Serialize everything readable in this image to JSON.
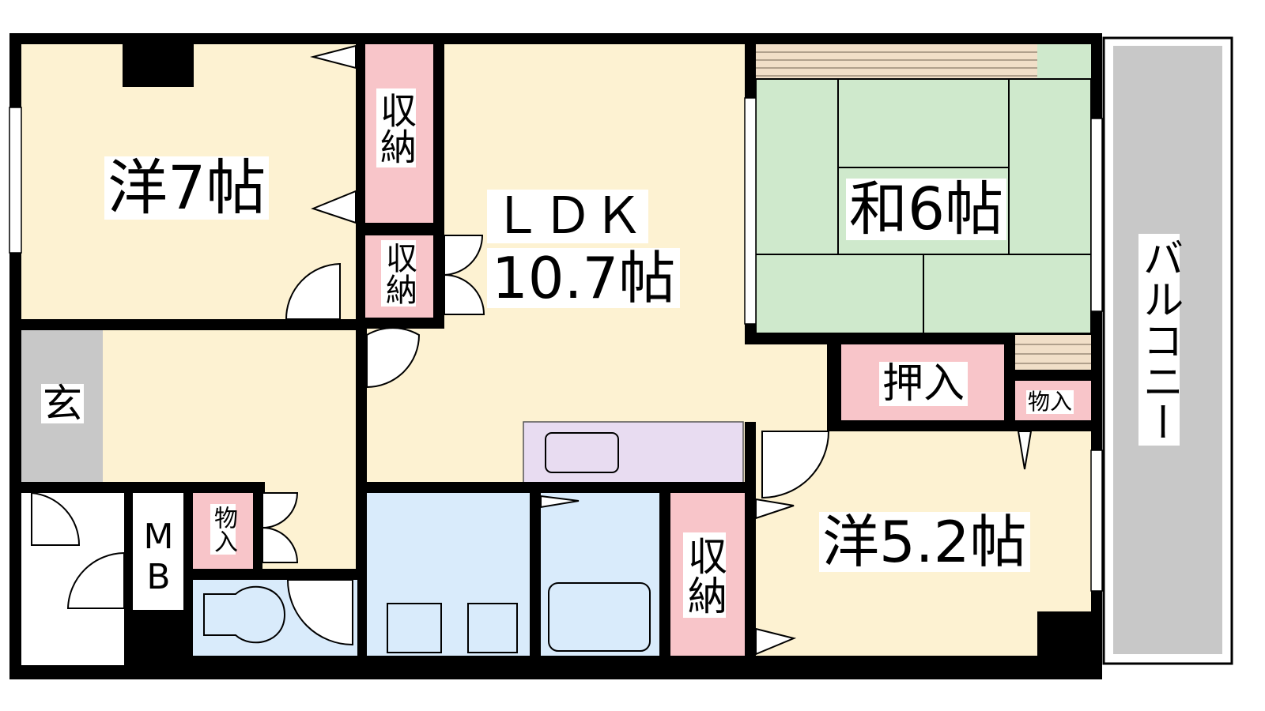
{
  "colors": {
    "western_room": "#fdf2d2",
    "washitsu": "#cfe9cc",
    "storage": "#f8c5c9",
    "entrance": "#c8c8c8",
    "wet_area": "#d9ebfb",
    "kitchen": "#e8dcf1",
    "wall": "#000000",
    "balcony": "#c8c8c8"
  },
  "rooms": {
    "western7": "洋7帖",
    "ldk_name": "ＬＤＫ",
    "ldk_size": "10.7帖",
    "washitsu6": "和6帖",
    "western52": "洋5.2帖",
    "entrance": "玄",
    "balcony": "バルコニー",
    "mb": "MB"
  },
  "storage": {
    "shuno_top": "収納",
    "shuno_mid": "収納",
    "shuno_bottom": "収納",
    "oshiire": "押入",
    "monoire_right": "物入",
    "monoire_left": "物入"
  }
}
